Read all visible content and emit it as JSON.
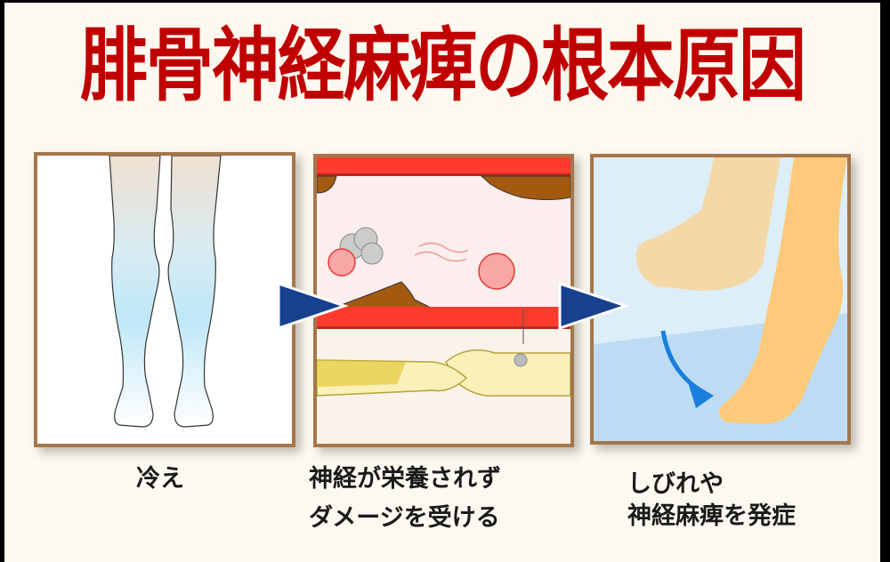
{
  "title": "腓骨神経麻痺の根本原因",
  "colors": {
    "title": "#c00000",
    "background": "#fdf9f0",
    "frame": "#a3774b",
    "arrow": "#17408f",
    "outer_border": "#000000"
  },
  "steps": [
    {
      "icon": "cold-legs-illustration",
      "caption_lines": [
        "冷え"
      ]
    },
    {
      "icon": "blood-vessel-nerve-damage-illustration",
      "caption_lines": [
        "神経が栄養されず",
        "ダメージを受ける"
      ]
    },
    {
      "icon": "foot-drop-illustration",
      "caption_lines": [
        "しびれや",
        "神経麻痺を発症"
      ]
    }
  ],
  "arrows": [
    "arrow-right-icon",
    "arrow-right-icon"
  ]
}
